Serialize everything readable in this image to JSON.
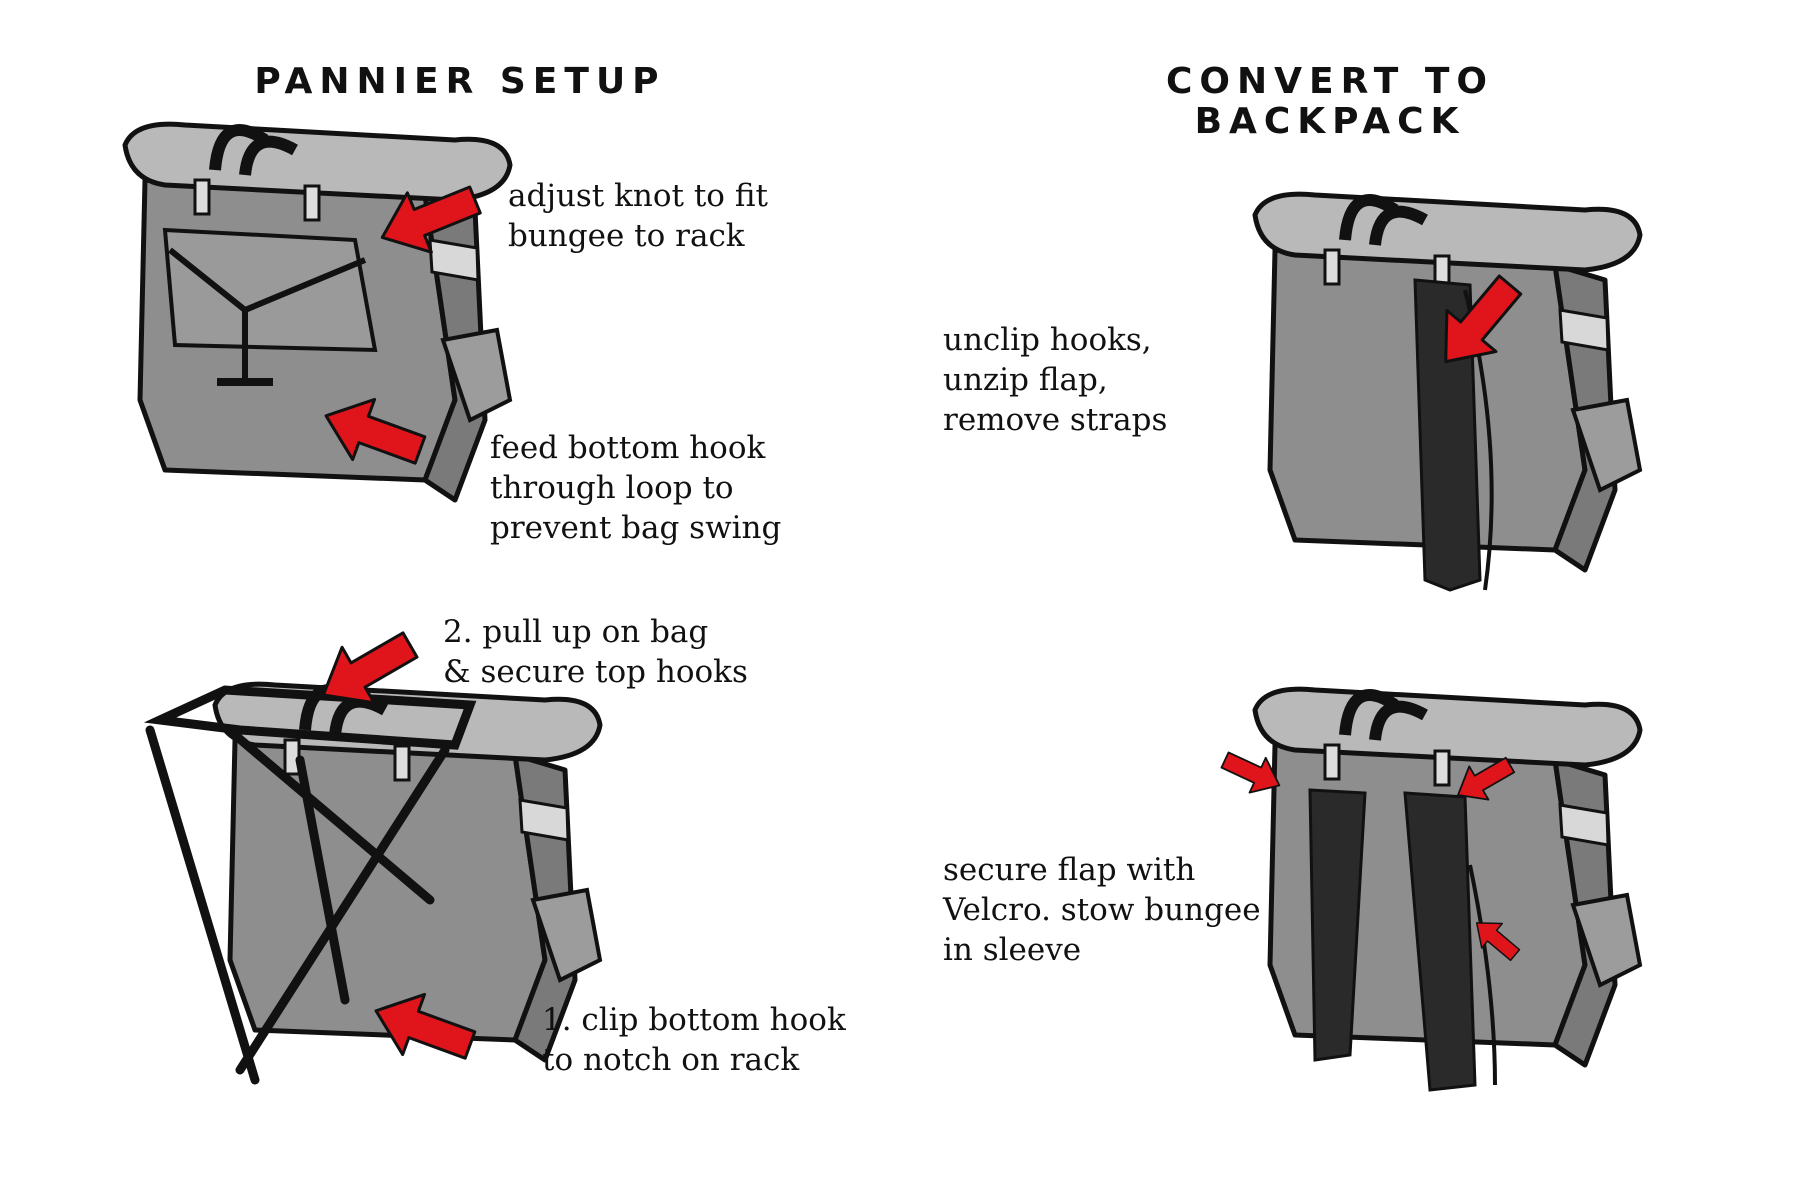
{
  "headings": {
    "pannier": "PANNIER SETUP",
    "backpack_line1": "CONVERT TO",
    "backpack_line2": "BACKPACK"
  },
  "captions": {
    "adjust_knot": [
      "adjust knot to fit",
      "bungee to rack"
    ],
    "feed_hook": [
      "feed bottom hook",
      "through loop to",
      "prevent bag swing"
    ],
    "pull_up": [
      "2. pull up on bag",
      "& secure top hooks"
    ],
    "clip_hook": [
      "1. clip bottom hook",
      "to notch on rack"
    ],
    "unclip": [
      "unclip hooks,",
      "unzip flap,",
      "remove straps"
    ],
    "secure_flap": [
      "secure flap with",
      "Velcro. stow bungee",
      "in sleeve"
    ]
  },
  "colors": {
    "arrow": "#e0141b",
    "bag": "#8e8e8e",
    "bag_light": "#b9b9b9",
    "outline": "#111111",
    "strap": "#2a2a2a"
  }
}
